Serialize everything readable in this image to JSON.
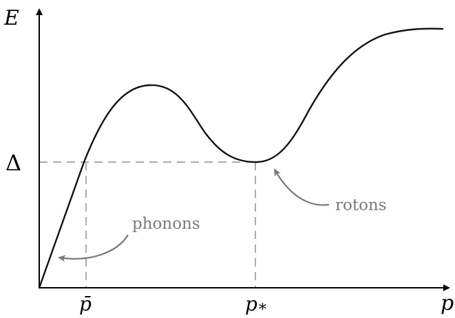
{
  "axes": {
    "y_label": "E",
    "x_label": "p"
  },
  "markers": {
    "delta_label": "Δ",
    "p_bar_label": "p̄",
    "p_star_label": "p",
    "p_star_subscript": "*"
  },
  "annotations": {
    "phonons": "phonons",
    "rotons": "rotons"
  },
  "colors": {
    "curve": "#111111",
    "axes": "#000000",
    "guides": "#aaaaaa",
    "annotation_arrows": "#777777",
    "annotation_text": "#7a7a7a"
  }
}
